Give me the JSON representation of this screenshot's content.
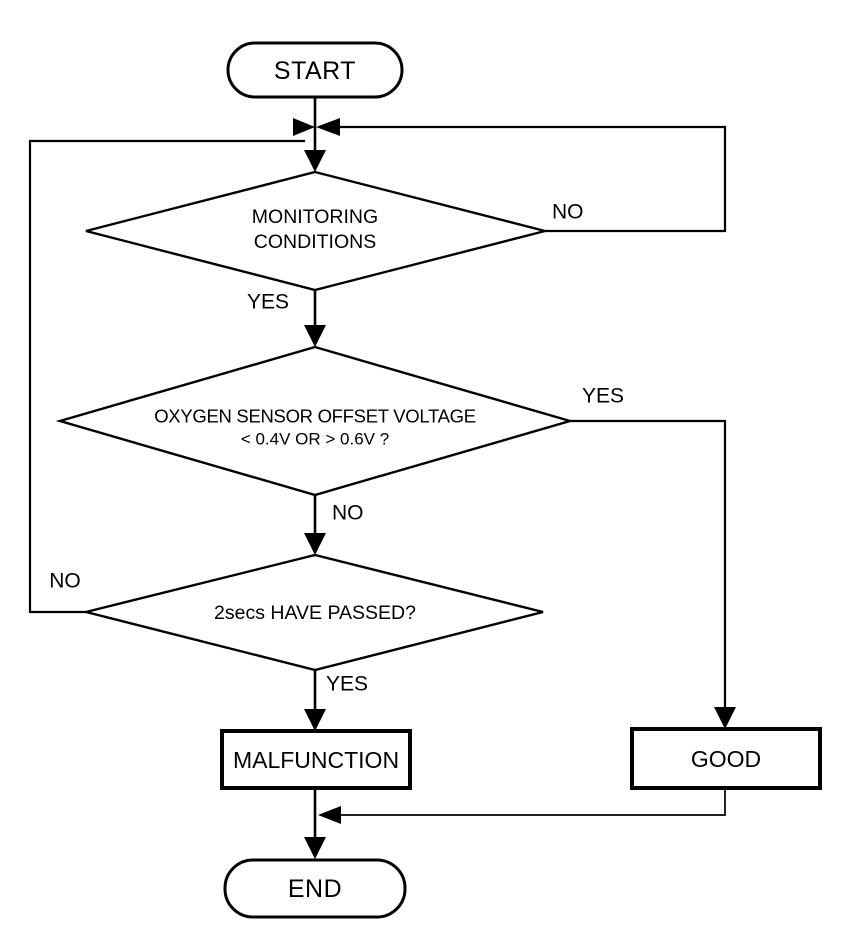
{
  "flowchart": {
    "colors": {
      "line": "#000000",
      "background": "#ffffff"
    },
    "nodes": {
      "start": {
        "type": "terminator",
        "label": "START"
      },
      "monitoring_conditions": {
        "type": "decision",
        "label_line1": "MONITORING",
        "label_line2": "CONDITIONS"
      },
      "oxygen_sensor_offset": {
        "type": "decision",
        "label_line1": "OXYGEN SENSOR OFFSET VOLTAGE",
        "label_line2": "< 0.4V OR > 0.6V ?"
      },
      "two_secs_passed": {
        "type": "decision",
        "label": "2secs HAVE PASSED?"
      },
      "malfunction": {
        "type": "process",
        "label": "MALFUNCTION"
      },
      "good": {
        "type": "process",
        "label": "GOOD"
      },
      "end": {
        "type": "terminator",
        "label": "END"
      }
    },
    "branch_labels": {
      "monitoring_no": "NO",
      "monitoring_yes": "YES",
      "oxygen_yes": "YES",
      "oxygen_no": "NO",
      "passed_no": "NO",
      "passed_yes": "YES"
    }
  }
}
